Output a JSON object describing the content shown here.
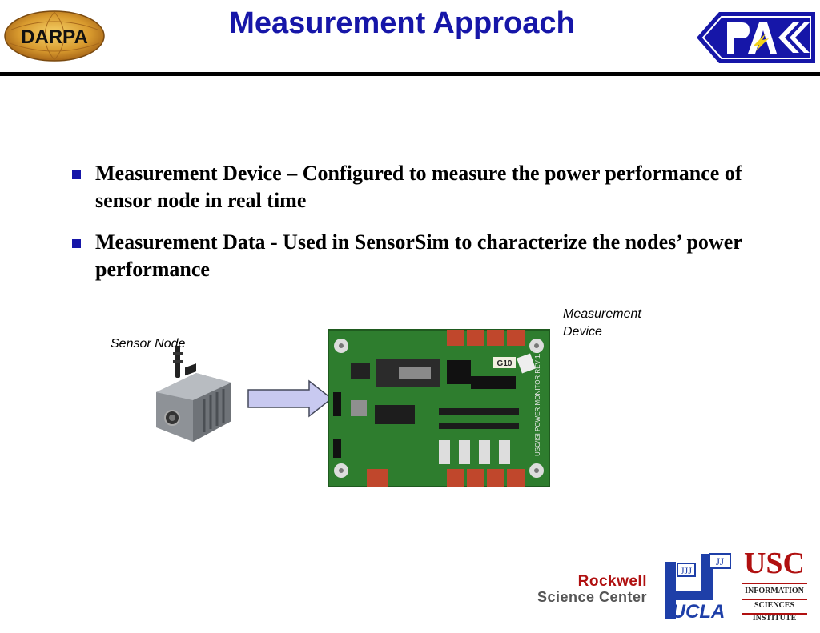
{
  "header": {
    "title": "Measurement Approach",
    "logo_left_text": "DARPA",
    "logo_right_name": "pacc-logo"
  },
  "bullets": [
    {
      "text": "Measurement Device – Configured to measure the power performance of sensor node in real time"
    },
    {
      "text": "Measurement Data - Used in SensorSim to characterize the nodes’ power performance"
    }
  ],
  "figure": {
    "sensor_label": "Sensor Node",
    "device_label": "Measurement Device"
  },
  "footer": {
    "rockwell_line1": "Rockwell",
    "rockwell_line2": "Science Center",
    "ucla_text": "UCLA",
    "usc_big": "USC",
    "usc_line1": "INFORMATION",
    "usc_line2": "SCIENCES",
    "usc_line3": "INSTITUTE"
  },
  "colors": {
    "title_blue": "#1616a8",
    "bullet_blue": "#1616a8",
    "usc_red": "#b01010"
  }
}
